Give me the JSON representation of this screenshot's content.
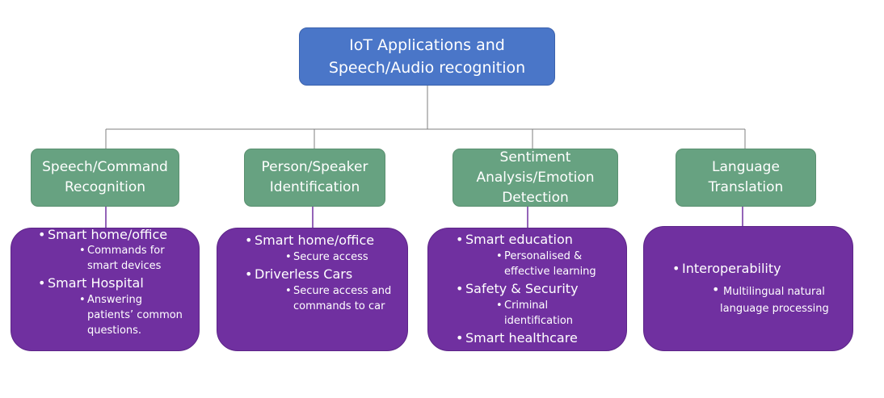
{
  "root": {
    "line1": "IoT Applications and",
    "line2": "Speech/Audio recognition"
  },
  "categories": [
    {
      "label_lines": [
        "Speech/Command",
        "Recognition"
      ],
      "items": [
        {
          "text": "Smart home/office",
          "sub": [
            "Commands for",
            "smart devices"
          ]
        },
        {
          "text": "Smart Hospital",
          "sub": [
            "Answering",
            "patients’ common",
            "questions."
          ]
        }
      ]
    },
    {
      "label_lines": [
        "Person/Speaker",
        "Identification"
      ],
      "items": [
        {
          "text": "Smart home/office",
          "sub": [
            "Secure access"
          ]
        },
        {
          "text": "Driverless Cars",
          "sub": [
            "Secure access and",
            "commands to car"
          ]
        }
      ]
    },
    {
      "label_lines": [
        "Sentiment",
        "Analysis/Emotion",
        "Detection"
      ],
      "items": [
        {
          "text": "Smart education",
          "sub": [
            "Personalised &",
            "effective learning"
          ]
        },
        {
          "text": "Safety & Security",
          "sub": [
            "Criminal",
            "identification"
          ]
        },
        {
          "text": "Smart healthcare",
          "sub": []
        }
      ]
    },
    {
      "label_lines": [
        "Language",
        "Translation"
      ],
      "items": [
        {
          "text": "Interoperability",
          "sub": [
            "Multilingual natural",
            "language processing"
          ]
        }
      ]
    }
  ],
  "colors": {
    "root_fill": "#4a76c8",
    "category_fill": "#67a281",
    "detail_fill": "#7030a0",
    "connector": "#7f7f7f"
  }
}
